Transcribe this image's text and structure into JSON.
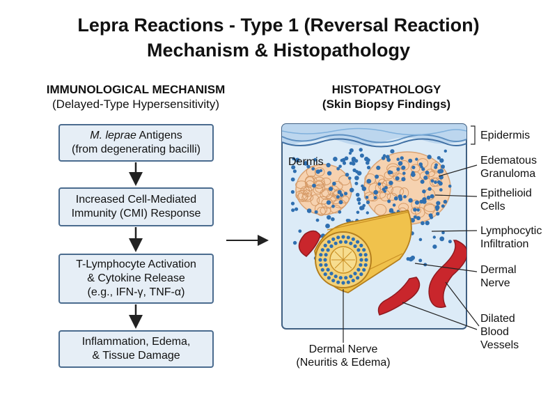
{
  "title": {
    "line1": "Lepra Reactions - Type 1 (Reversal Reaction)",
    "line2": "Mechanism & Histopathology"
  },
  "mechanism": {
    "heading": "IMMUNOLOGICAL MECHANISM",
    "subheading": "(Delayed-Type Hypersensitivity)",
    "steps": [
      {
        "italic": "M. leprae",
        "line1_rest": " Antigens",
        "line2": "(from degenerating bacilli)"
      },
      {
        "line1": "Increased Cell-Mediated",
        "line2": "Immunity (CMI) Response"
      },
      {
        "line1": "T-Lymphocyte Activation",
        "line2": "& Cytokine Release",
        "line3": "(e.g., IFN-γ, TNF-α)"
      },
      {
        "line1": "Inflammation, Edema,",
        "line2": "& Tissue Damage"
      }
    ]
  },
  "histopathology": {
    "heading": "HISTOPATHOLOGY",
    "subheading": "(Skin Biopsy Findings)",
    "dermis_label": "Dermis",
    "labels": {
      "epidermis": "Epidermis",
      "edematous_granuloma": [
        "Edematous",
        "Granuloma"
      ],
      "epithelioid_cells": [
        "Epithelioid",
        "Cells"
      ],
      "lymphocytic_infiltration": [
        "Lymphocytic",
        "Infiltration"
      ],
      "dermal_nerve": [
        "Dermal",
        "Nerve"
      ],
      "dilated_blood_vessels": [
        "Dilated",
        "Blood",
        "Vessels"
      ],
      "dermal_nerve_bottom": [
        "Dermal Nerve",
        "(Neuritis & Edema)"
      ]
    }
  },
  "colors": {
    "box_fill": "#e6eef6",
    "box_border": "#4a6b8e",
    "lymphocyte": "#2f6fb0",
    "granuloma": "#f6d2b0",
    "vessel": "#c9262c",
    "nerve": "#e8a93a",
    "epidermis": "#9dc3e6"
  }
}
